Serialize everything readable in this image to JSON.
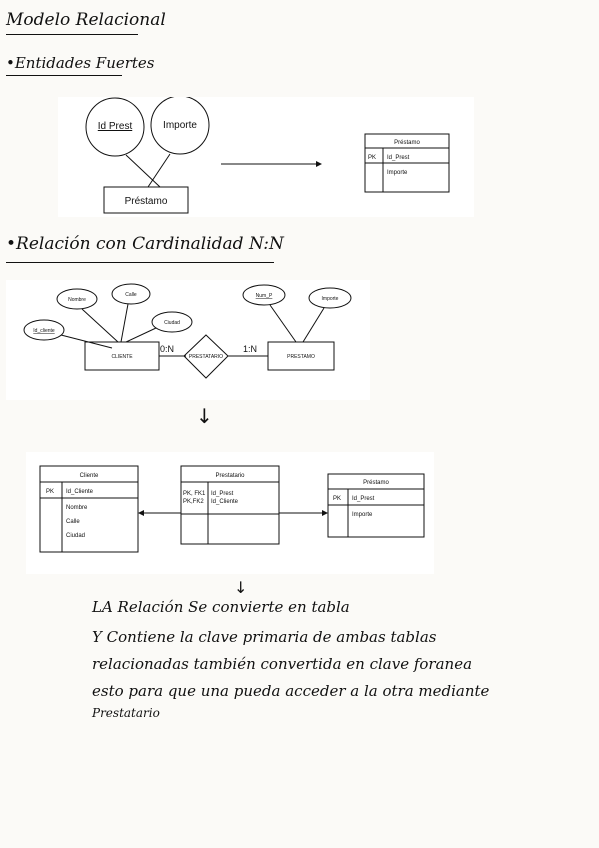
{
  "headings": {
    "title": "Modelo Relacional",
    "strong_entities": "Entidades Fuertes",
    "nn_relation": "Relación con Cardinalidad N:N"
  },
  "diagram1": {
    "attributes": [
      "Id Prest",
      "Importe"
    ],
    "entity": "Préstamo",
    "table": {
      "name": "Préstamo",
      "pk_label": "PK",
      "pk_field": "Id_Prest",
      "fields": [
        "Importe"
      ]
    }
  },
  "diagram2": {
    "client_attributes": [
      "Nombre",
      "Calle",
      "Ciudad",
      "Id_cliente"
    ],
    "loan_attributes": [
      "Num_P",
      "Importe"
    ],
    "entity_client": "CLIENTE",
    "relationship": "PRESTATARIO",
    "entity_loan": "PRESTAMO",
    "card_left": "0:N",
    "card_right": "1:N"
  },
  "diagram3": {
    "cliente": {
      "name": "Cliente",
      "pk_label": "PK",
      "pk_field": "Id_Cliente",
      "fields": [
        "Nombre",
        "Calle",
        "Ciudad"
      ]
    },
    "prestatario": {
      "name": "Prestatario",
      "fk1_label": "PK, FK1",
      "fk1_field": "Id_Prest",
      "fk2_label": "PK,FK2",
      "fk2_field": "Id_Cliente"
    },
    "prestamo": {
      "name": "Préstamo",
      "pk_label": "PK",
      "pk_field": "Id_Prest",
      "fields": [
        "Importe"
      ]
    }
  },
  "note_lines": [
    "LA Relación Se convierte en tabla",
    "Y Contiene la clave primaria de ambas tablas",
    "relacionadas también convertida en clave foranea",
    "esto para que una pueda acceder a la otra mediante",
    "Prestatario"
  ]
}
